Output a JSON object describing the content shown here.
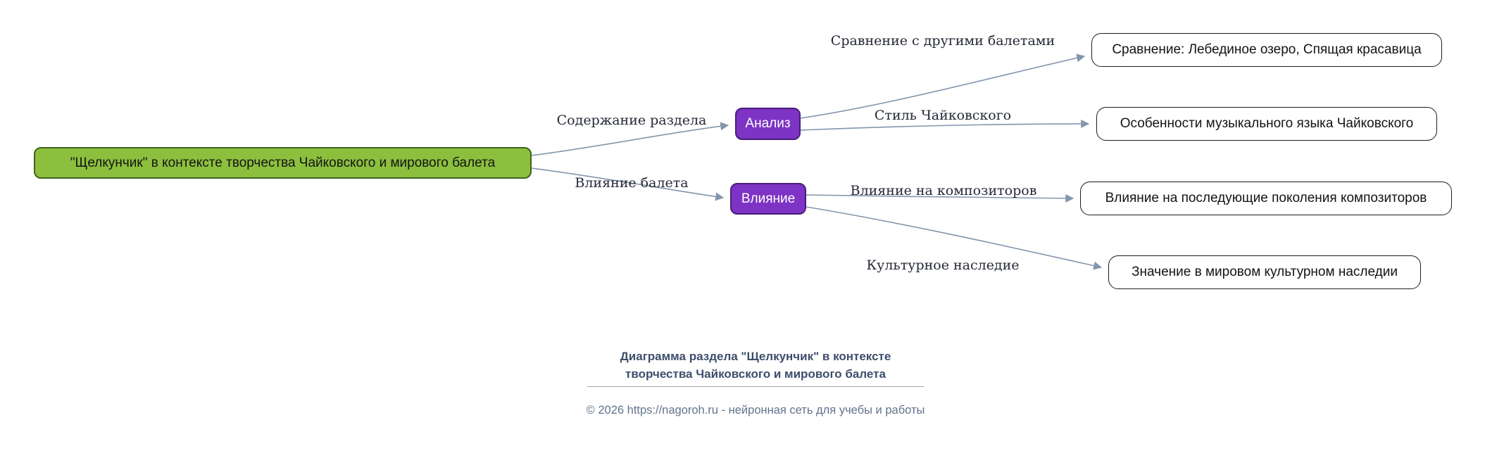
{
  "diagram": {
    "root": {
      "label": "\"Щелкунчик\" в контексте творчества Чайковского и мирового балета"
    },
    "branches": [
      {
        "id": "analysis",
        "label": "Анализ",
        "edge_label": "Содержание раздела",
        "children": [
          {
            "edge_label": "Сравнение с другими балетами",
            "label": "Сравнение: Лебединое озеро, Спящая красавица"
          },
          {
            "edge_label": "Стиль Чайковского",
            "label": "Особенности музыкального языка Чайковского"
          }
        ]
      },
      {
        "id": "influence",
        "label": "Влияние",
        "edge_label": "Влияние балета",
        "children": [
          {
            "edge_label": "Влияние на композиторов",
            "label": "Влияние на последующие поколения композиторов"
          },
          {
            "edge_label": "Культурное наследие",
            "label": "Значение в мировом культурном наследии"
          }
        ]
      }
    ]
  },
  "caption": {
    "line1": "Диаграмма раздела \"Щелкунчик\" в контексте",
    "line2": "творчества Чайковского и мирового балета"
  },
  "footer": {
    "copyright": "© 2026 https://nagoroh.ru - нейронная сеть для учебы и работы"
  },
  "colors": {
    "edge": "#8296AD",
    "green": "#8CBF3E",
    "green-border": "#41631C",
    "purple": "#7D33C4",
    "purple-border": "#4A1D7A",
    "caption": "#3D4E6B",
    "footer": "#62738C"
  }
}
